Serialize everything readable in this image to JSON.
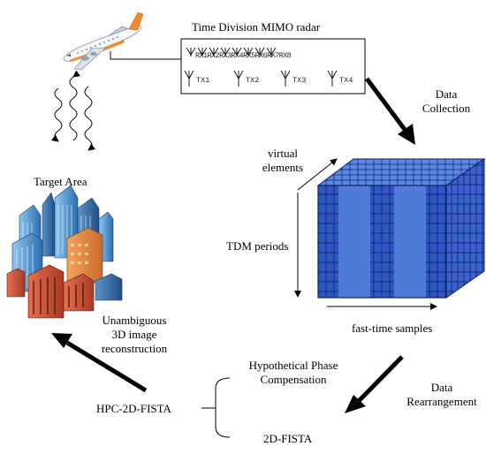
{
  "radar": {
    "title": "Time Division MIMO radar",
    "rx_labels": [
      "RX1",
      "RX2",
      "RX3",
      "RX4",
      "RX5",
      "RX6",
      "RX7",
      "RX8"
    ],
    "tx_labels": [
      "TX1",
      "TX2",
      "TX3",
      "TX4"
    ]
  },
  "data_collection": {
    "line1": "Data",
    "line2": "Collection"
  },
  "cube": {
    "axis_virtual_line1": "virtual",
    "axis_virtual_line2": "elements",
    "axis_tdm": "TDM periods",
    "axis_fast": "fast-time samples"
  },
  "target": {
    "label": "Target Area"
  },
  "reconstruction": {
    "line1": "Unambiguous",
    "line2": "3D image",
    "line3": "reconstruction"
  },
  "method": {
    "name": "HPC-2D-FISTA",
    "branch_top_line1": "Hypothetical Phase",
    "branch_top_line2": "Compensation",
    "branch_bottom": "2D-FISTA"
  },
  "rearrangement": {
    "line1": "Data",
    "line2": "Rearrangement"
  },
  "colors": {
    "cube_front": "#2f57c4",
    "cube_band": "#4f7bdc",
    "cube_grid": "#9fb6ff",
    "cube_side": "#3b63cf",
    "cube_top": "#5c88e4"
  }
}
